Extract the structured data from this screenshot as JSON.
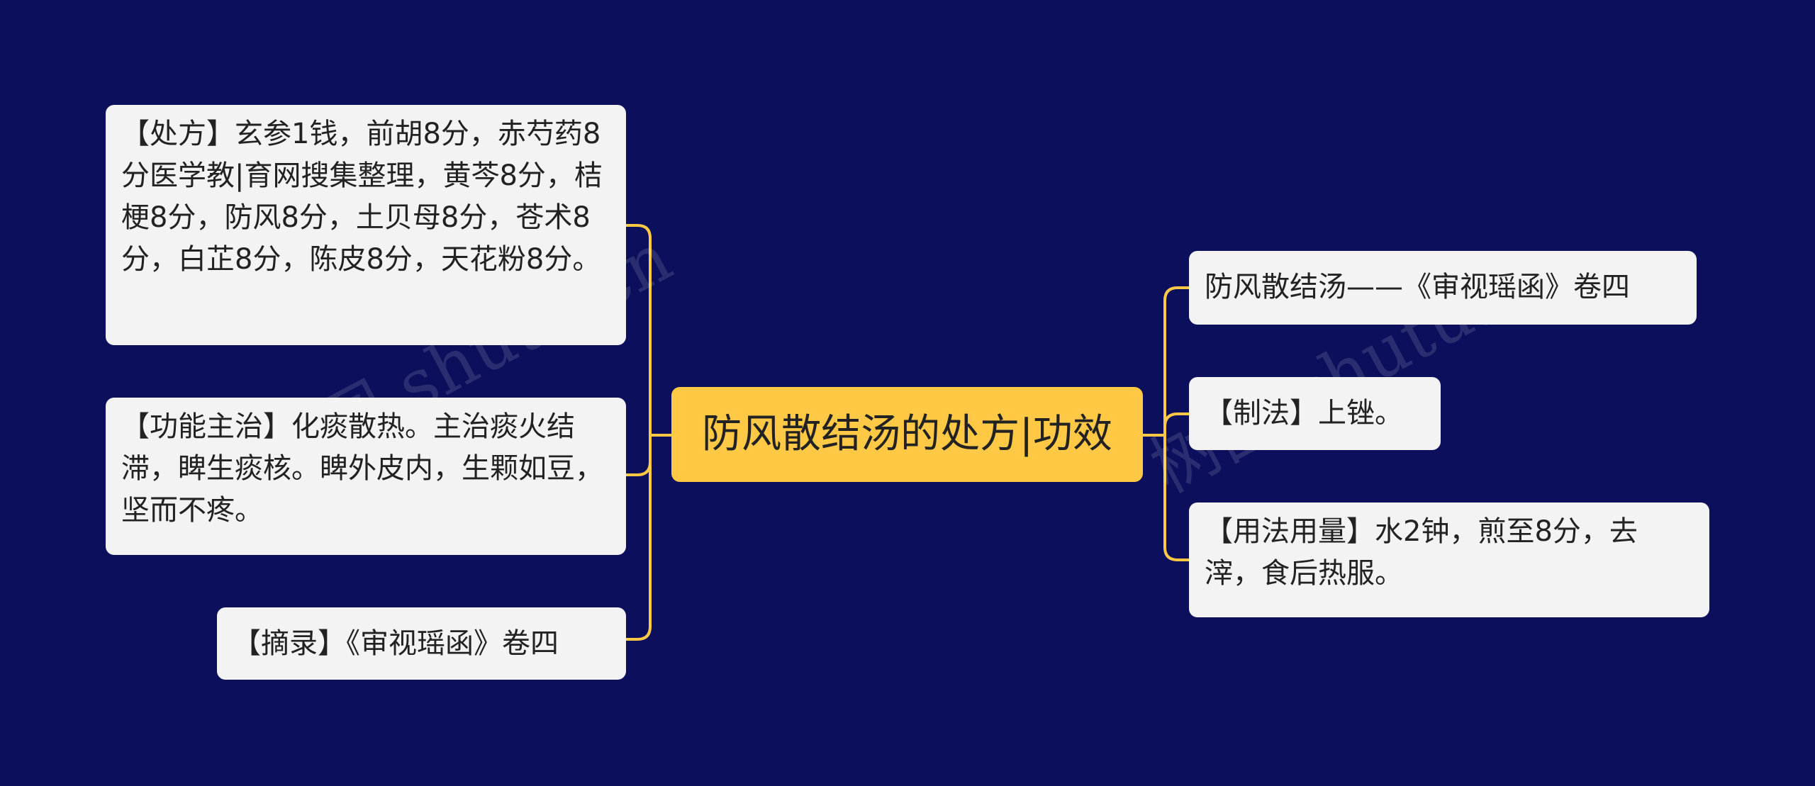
{
  "root": {
    "label": "防风散结汤的处方|功效"
  },
  "left_nodes": [
    {
      "text": "【处方】玄参1钱，前胡8分，赤芍药8分医学教|育网搜集整理，黄芩8分，桔梗8分，防风8分，土贝母8分，苍术8分，白芷8分，陈皮8分，天花粉8分。"
    },
    {
      "text": "【功能主治】化痰散热。主治痰火结滞，睥生痰核。睥外皮内，生颗如豆，坚而不疼。"
    },
    {
      "text": "【摘录】《审视瑶函》卷四"
    }
  ],
  "right_nodes": [
    {
      "text": "防风散结汤——《审视瑶函》卷四"
    },
    {
      "text": "【制法】上锉。"
    },
    {
      "text": "【用法用量】水2钟，煎至8分，去滓，食后热服。"
    }
  ],
  "watermark": {
    "text": "树图 shutu.cn"
  },
  "colors": {
    "background": "#0b0f5c",
    "root_fill": "#ffc945",
    "node_fill": "#f3f3f4",
    "connector": "#ffc945",
    "text": "#222222"
  }
}
